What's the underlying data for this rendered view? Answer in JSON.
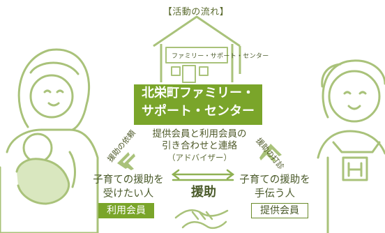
{
  "header": {
    "title": "【活動の流れ】"
  },
  "house": {
    "sign": "ファミリー・サポート・センター"
  },
  "center": {
    "line1": "北栄町ファミリー・",
    "line2": "サポート・センター"
  },
  "description": {
    "line1": "提供会員と利用会員の",
    "line2": "引き合わせと連絡",
    "line3": "（アドバイザー）"
  },
  "arrows": {
    "left_label": "援助の依頼",
    "right_label": "援助の打診"
  },
  "left_person": {
    "line1": "子育ての援助を",
    "line2": "受けたい人",
    "badge": "利用会員"
  },
  "right_person": {
    "line1": "子育ての援助を",
    "line2": "手伝う人",
    "badge": "提供会員"
  },
  "middle": {
    "label": "援助"
  },
  "colors": {
    "accent": "#7aa52a",
    "outline": "#a9c27a",
    "fill_light": "#d9e7bf"
  },
  "icons": [
    "house-icon",
    "mother-with-baby-icon",
    "helper-woman-icon",
    "handshake-icon",
    "double-arrow-icon"
  ]
}
